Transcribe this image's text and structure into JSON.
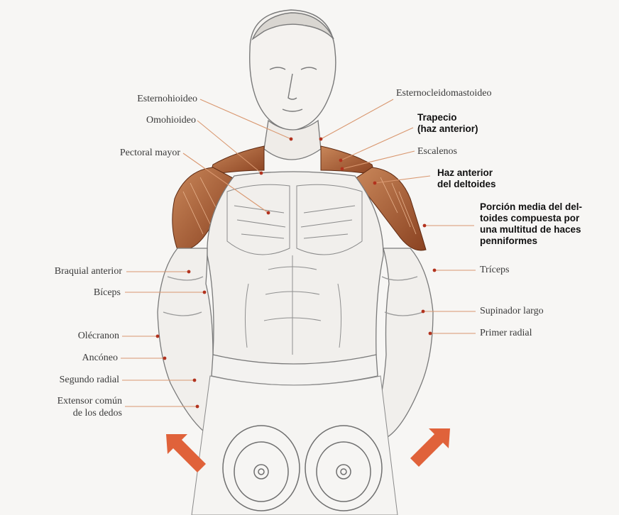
{
  "labels_left": {
    "esternohioideo": "Esternohioideo",
    "omohioideo": "Omohioideo",
    "pectoral_mayor": "Pectoral mayor",
    "braquial_anterior": "Braquial anterior",
    "biceps": "Bíceps",
    "olecranon": "Olécranon",
    "anconeo": "Ancóneo",
    "segundo_radial": "Segundo radial",
    "extensor_line1": "Extensor común",
    "extensor_line2": "de los dedos"
  },
  "labels_right": {
    "esternocleidomastoideo": "Esternocleidomastoideo",
    "trapecio_line1": "Trapecio",
    "trapecio_line2": "(haz anterior)",
    "escalenos": "Escalenos",
    "haz_line1": "Haz anterior",
    "haz_line2": "del deltoides",
    "porcion_line1": "Porción media del del-",
    "porcion_line2": "toides compuesta por",
    "porcion_line3": "una multitud de haces",
    "porcion_line4": "penniformes",
    "triceps": "Tríceps",
    "supinador_largo": "Supinador largo",
    "primer_radial": "Primer radial"
  },
  "colors": {
    "muscle_red": "#a4562e",
    "leader_line": "#d9976f",
    "arrow": "#e0623a",
    "skin_line": "#7a7a7a",
    "background": "#f7f6f4"
  }
}
